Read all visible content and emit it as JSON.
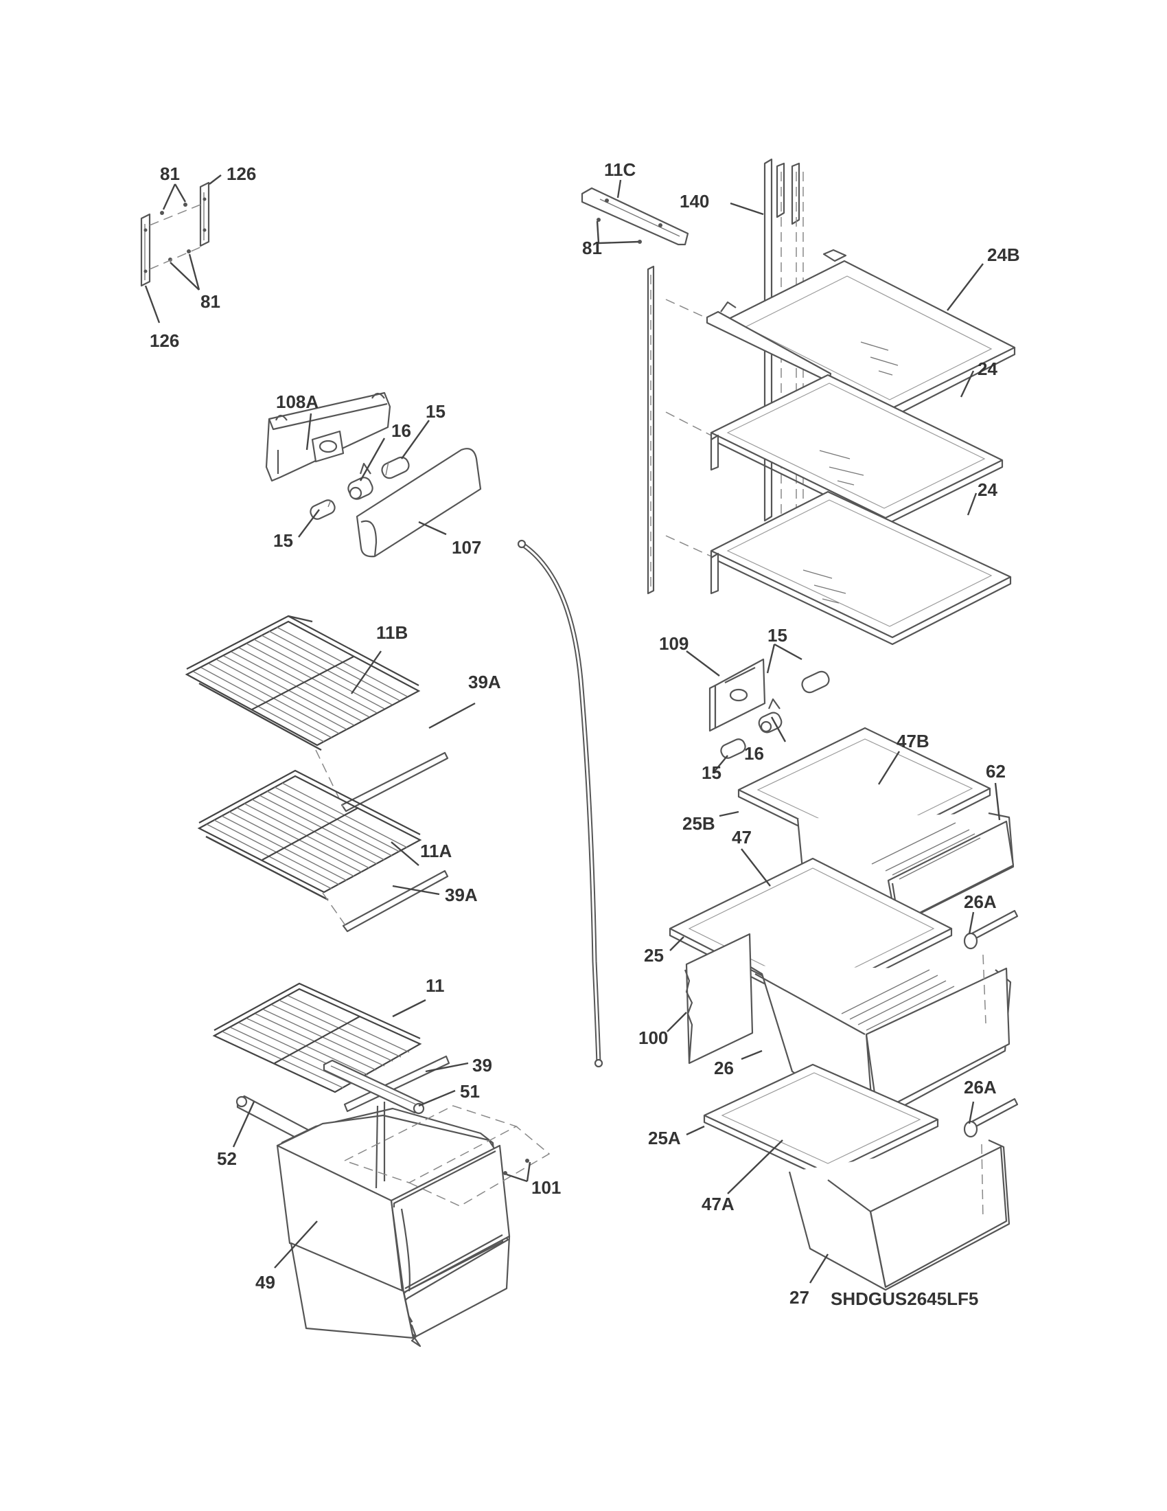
{
  "model_code": "SHDGUS2645LF5",
  "callouts": {
    "c81_a": "81",
    "c126_a": "126",
    "c81_b": "81",
    "c126_b": "126",
    "c11C": "11C",
    "c140": "140",
    "c81_c": "81",
    "c24B": "24B",
    "c24_a": "24",
    "c24_b": "24",
    "c108A": "108A",
    "c16_a": "16",
    "c15_a": "15",
    "c15_b": "15",
    "c107": "107",
    "c11B": "11B",
    "c39A_a": "39A",
    "c11A": "11A",
    "c39A_b": "39A",
    "c109": "109",
    "c15_c": "15",
    "c15_d": "15",
    "c16_b": "16",
    "c47B": "47B",
    "c62": "62",
    "c25B": "25B",
    "c47": "47",
    "c26A_a": "26A",
    "c25": "25",
    "c100": "100",
    "c26": "26",
    "c11": "11",
    "c39": "39",
    "c51": "51",
    "c52": "52",
    "c101": "101",
    "c49": "49",
    "c25A": "25A",
    "c47A": "47A",
    "c26A_b": "26A",
    "c27": "27"
  }
}
